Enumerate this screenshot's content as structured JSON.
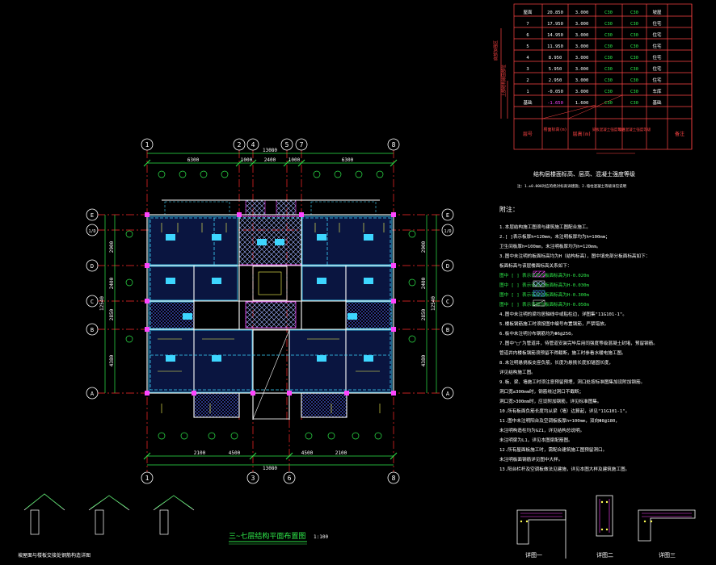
{
  "grid_axes": {
    "top": [
      "1",
      "2",
      "4",
      "5",
      "7",
      "8"
    ],
    "bottom": [
      "1",
      "3",
      "6",
      "8"
    ],
    "left": [
      "E",
      "1/D",
      "D",
      "C",
      "B",
      "A"
    ],
    "right": [
      "E",
      "1/D",
      "D",
      "C",
      "B",
      "A"
    ]
  },
  "dims": {
    "top_total": "13080",
    "bottom_total": "13080",
    "left_total": "12540",
    "right_total": "12540",
    "top_segments": [
      "6300",
      "1000",
      "2400",
      "1000",
      "6300"
    ],
    "bottom_segments": [
      "2100",
      "4500",
      "4500",
      "2100"
    ],
    "left_segments": [
      "2900",
      "2400",
      "2850",
      "4380"
    ],
    "right_segments": [
      "2900",
      "2400",
      "2850",
      "4380"
    ]
  },
  "plan_title": "三~七层结构平面布置图",
  "plan_scale": "1:100",
  "table": {
    "caption": "结构层楼面标高、层高、混凝土强度等级",
    "note": "注：1.±0.000对应的绝对标高详建施；2.墙柱混凝土等级详见说明",
    "header": [
      "层号",
      "楼面标高(m)",
      "层高(m)",
      "梁板混凝土强度等级",
      "墙柱混凝土强度等级",
      "备注"
    ],
    "rows": [
      [
        "屋面",
        "20.850",
        "3.000",
        "C30",
        "C30",
        "坡屋"
      ],
      [
        "7",
        "17.950",
        "3.000",
        "C30",
        "C30",
        "住宅"
      ],
      [
        "6",
        "14.950",
        "3.000",
        "C30",
        "C30",
        "住宅"
      ],
      [
        "5",
        "11.950",
        "3.000",
        "C30",
        "C30",
        "住宅"
      ],
      [
        "4",
        "8.950",
        "3.000",
        "C30",
        "C30",
        "住宅"
      ],
      [
        "3",
        "5.950",
        "3.000",
        "C30",
        "C30",
        "住宅"
      ],
      [
        "2",
        "2.950",
        "3.000",
        "C30",
        "C30",
        "住宅"
      ],
      [
        "1",
        "-0.050",
        "3.000",
        "C30",
        "C30",
        "车库"
      ],
      [
        "基础",
        "-1.650",
        "1.600",
        "C30",
        "C30",
        "基础"
      ]
    ],
    "side_label": "上部结构嵌固部位",
    "side_label2": "底部加强区"
  },
  "notes": {
    "heading": "附注：",
    "lines": [
      "1.本层结构施工图须与建筑施工图配合施工。",
      "2.[ ]表示板厚h=120mm，未注明板厚均为h=100mm；",
      "  卫生间板厚h=100mm，未注明板厚均为h=120mm。",
      "3.图中未注明的板面标高均为H（结构标高），图中填充部分板面标高如下：",
      "  板面标高与该层楼面标高关系如下：",
      "  图中 [ ] 表示该部位板面标高为H-0.020m",
      "  图中 [ ] 表示该部位板面标高为H-0.030m",
      "  图中 [ ] 表示该部位板面标高为H-0.300m",
      "  图中 [ ] 表示该部位板面标高为H-0.050m",
      "4.图中未注明的梁均居轴线中或贴柱边，详图集\"11G101-1\"。",
      "5.楼板钢筋施工时须按图中编号布置钢筋，严禁错放。",
      "6.板中未注明分布钢筋均为Φ6@250。",
      "7.图中\"□\"为管道井，待管道安装完毕后用同强度等级混凝土封堵，预留钢筋。",
      "  管道井内楼板钢筋须预留不得截断，施工时参看水暖电施工图。",
      "8.未注明悬挑板支座负筋，长度为悬挑长度加锚固长度，",
      "  详见结构施工图。",
      "9.板、梁、墙施工时须注意预留预埋，洞口处按标准图集加设附加钢筋。",
      "  洞口宽≤300mm时，钢筋绕过洞口不截断；",
      "  洞口宽>300mm时，应设附加钢筋，详见标准图集。",
      "10.所有板面负筋长度均从梁（墙）边算起，详见\"11G101-1\"。",
      "11.图中未注明阳台及空调板板厚h=100mm，双向Φ8@180，",
      "  未注明构造柱均为GZ1，详见结构总说明。",
      "  未注明梁为L1，详见本图梁配筋图。",
      "12.所有屋面板施工时，需配合建筑施工图预留洞口。",
      "  未注明板面钢筋详见图中大样。",
      "13.阳台栏杆及空调板做法见建施，详见本图大样及建筑施工图。"
    ]
  },
  "details": {
    "left_caption": "坡屋面与楼板交接处钢筋构造详图",
    "sections": [
      "详图一",
      "详图二",
      "详图三"
    ]
  },
  "colors": {
    "grid": "#ff2a2a",
    "wall": "#3dd6ff",
    "beam": "#ffffff",
    "dim": "#2ee84a",
    "text": "#ffffff",
    "note": "#ffff55",
    "table": "#ff4444",
    "hatch": "#ff44ff"
  }
}
